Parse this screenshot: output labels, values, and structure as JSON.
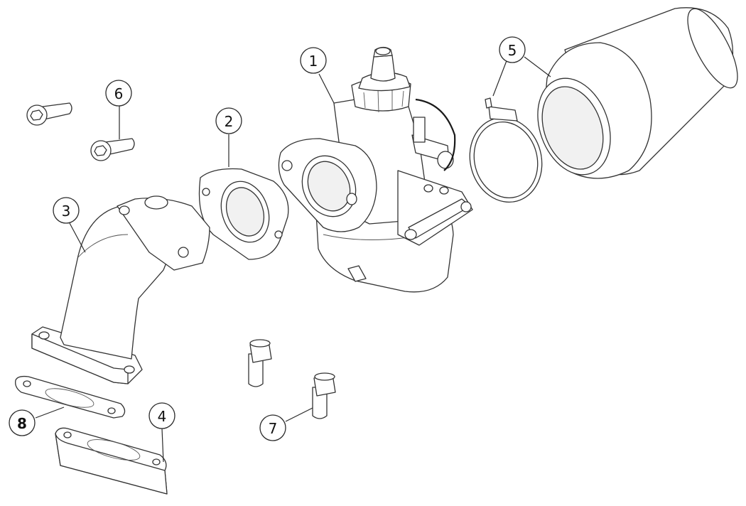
{
  "callouts": [
    {
      "id": "1",
      "label": "1",
      "bold": false
    },
    {
      "id": "2",
      "label": "2",
      "bold": false
    },
    {
      "id": "3",
      "label": "3",
      "bold": false
    },
    {
      "id": "4",
      "label": "4",
      "bold": false
    },
    {
      "id": "5",
      "label": "5",
      "bold": false
    },
    {
      "id": "6",
      "label": "6",
      "bold": false
    },
    {
      "id": "7",
      "label": "7",
      "bold": false
    },
    {
      "id": "8",
      "label": "8",
      "bold": true
    }
  ],
  "colors": {
    "line": "#333333",
    "background": "#ffffff"
  },
  "icons": [
    "hex-socket-bolt-icon"
  ]
}
